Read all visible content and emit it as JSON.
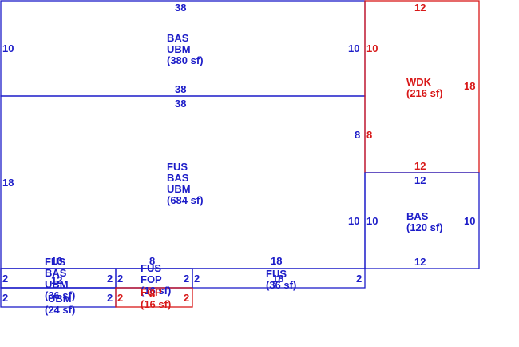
{
  "colors": {
    "blue": "#1c1cc8",
    "red": "#d81818"
  },
  "areas": [
    {
      "id": "bas-ubm-top",
      "color": "blue",
      "lines": [
        "BAS",
        "UBM",
        "(380 sf)"
      ],
      "dims": {
        "top": "38",
        "bottom": "38",
        "left": "10",
        "right": "10"
      }
    },
    {
      "id": "fus-bas-ubm",
      "color": "blue",
      "lines": [
        "FUS",
        "BAS",
        "UBM",
        "(684 sf)"
      ],
      "dims": {
        "top": "38",
        "left": "18",
        "right1": "8",
        "right2": "10"
      }
    },
    {
      "id": "wdk",
      "color": "red",
      "lines": [
        "WDK",
        "(216 sf)"
      ],
      "dims": {
        "top": "12",
        "bottom": "12",
        "left1": "10",
        "left2": "8",
        "right": "18"
      }
    },
    {
      "id": "bas-right",
      "color": "blue",
      "lines": [
        "BAS",
        "(120 sf)"
      ],
      "dims": {
        "top": "12",
        "bottom": "12",
        "left": "10",
        "right": "10"
      }
    },
    {
      "id": "small-left",
      "color": "blue",
      "lines": [
        "FUS",
        "BAS",
        "UBM",
        "(36 sf)",
        "UBM",
        "(24 sf)"
      ],
      "dims": {
        "top": "10",
        "top2": "12",
        "left1": "2",
        "right1": "2",
        "left2": "2",
        "right2": "2"
      }
    },
    {
      "id": "fus-fop",
      "color": "blue",
      "lines": [
        "FUS",
        "FOP",
        "(16 sf)"
      ],
      "dims": {
        "top": "8",
        "left": "2",
        "right": "2"
      }
    },
    {
      "id": "fop-red",
      "color": "red",
      "lines": [
        "FOP",
        "(16 sf)"
      ],
      "dims": {
        "left": "2",
        "right": "2",
        "mid": "8"
      }
    },
    {
      "id": "fus-right",
      "color": "blue",
      "lines": [
        "FUS",
        "(36 sf)"
      ],
      "dims": {
        "top": "18",
        "top2": "18",
        "left": "2",
        "right": "2"
      }
    }
  ]
}
